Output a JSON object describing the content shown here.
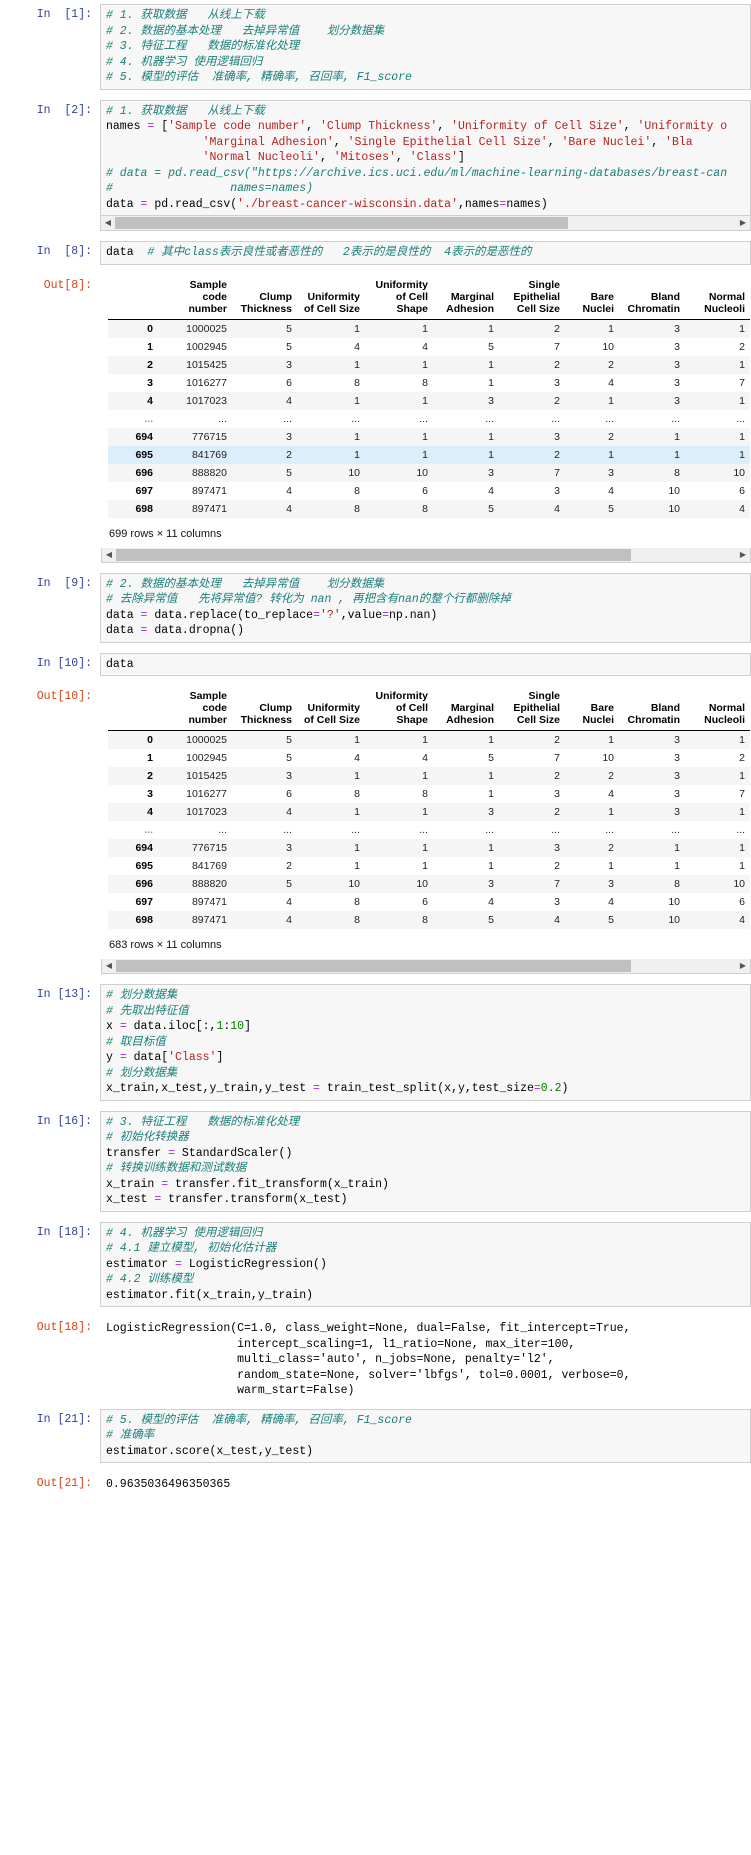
{
  "notebook": {
    "cells": [
      {
        "prompt_in": "In  [1]:",
        "code_lines": [
          "# 1. 获取数据   从线上下载",
          "# 2. 数据的基本处理   去掉异常值    划分数据集",
          "# 3. 特征工程   数据的标准化处理",
          "# 4. 机器学习 使用逻辑回归",
          "# 5. 模型的评估  准确率, 精确率, 召回率, F1_score"
        ]
      },
      {
        "prompt_in": "In  [2]:",
        "code_lines": [
          "# 1. 获取数据   从线上下载",
          "names = ['Sample code number', 'Clump Thickness', 'Uniformity of Cell Size', 'Uniformity o",
          "              'Marginal Adhesion', 'Single Epithelial Cell Size', 'Bare Nuclei', 'Bla",
          "              'Normal Nucleoli', 'Mitoses', 'Class']",
          "# data = pd.read_csv(\"https://archive.ics.uci.edu/ml/machine-learning-databases/breast-can",
          "#                 names=names)",
          "data = pd.read_csv('./breast-cancer-wisconsin.data',names=names)"
        ]
      },
      {
        "prompt_in": "In  [8]:",
        "code_lines": [
          "data  # 其中class表示良性或者恶性的   2表示的是良性的  4表示的是恶性的"
        ],
        "prompt_out": "Out[8]:",
        "shape_text": "699 rows × 11 columns",
        "highlight_row_index": 7
      },
      {
        "prompt_in": "In  [9]:",
        "code_lines": [
          "# 2. 数据的基本处理   去掉异常值    划分数据集",
          "# 去除异常值   先将异常值? 转化为 nan , 再把含有nan的整个行都删除掉",
          "data = data.replace(to_replace='?',value=np.nan)",
          "data = data.dropna()"
        ]
      },
      {
        "prompt_in": "In [10]:",
        "code_lines": [
          "data"
        ],
        "prompt_out": "Out[10]:",
        "shape_text": "683 rows × 11 columns",
        "highlight_row_index": -1
      },
      {
        "prompt_in": "In [13]:",
        "code_lines": [
          "# 划分数据集",
          "# 先取出特征值",
          "x = data.iloc[:,1:10]",
          "# 取目标值",
          "y = data['Class']",
          "# 划分数据集",
          "x_train,x_test,y_train,y_test = train_test_split(x,y,test_size=0.2)"
        ]
      },
      {
        "prompt_in": "In [16]:",
        "code_lines": [
          "# 3. 特征工程   数据的标准化处理",
          "# 初始化转换器",
          "transfer = StandardScaler()",
          "# 转换训练数据和测试数据",
          "x_train = transfer.fit_transform(x_train)",
          "x_test = transfer.transform(x_test)"
        ]
      },
      {
        "prompt_in": "In [18]:",
        "code_lines": [
          "# 4. 机器学习 使用逻辑回归",
          "# 4.1 建立模型, 初始化估计器",
          "estimator = LogisticRegression()",
          "# 4.2 训练模型",
          "estimator.fit(x_train,y_train)"
        ],
        "prompt_out": "Out[18]:",
        "out_lines": [
          "LogisticRegression(C=1.0, class_weight=None, dual=False, fit_intercept=True,",
          "                   intercept_scaling=1, l1_ratio=None, max_iter=100,",
          "                   multi_class='auto', n_jobs=None, penalty='l2',",
          "                   random_state=None, solver='lbfgs', tol=0.0001, verbose=0,",
          "                   warm_start=False)"
        ]
      },
      {
        "prompt_in": "In [21]:",
        "code_lines": [
          "# 5. 模型的评估  准确率, 精确率, 召回率, F1_score",
          "# 准确率",
          "estimator.score(x_test,y_test)"
        ],
        "prompt_out": "Out[21]:",
        "out_lines": [
          "0.9635036496350365"
        ]
      }
    ]
  },
  "dataframe": {
    "columns": [
      "Sample code number",
      "Clump Thickness",
      "Uniformity of Cell Size",
      "Uniformity of Cell Shape",
      "Marginal Adhesion",
      "Single Epithelial Cell Size",
      "Bare Nuclei",
      "Bland Chromatin",
      "Normal Nucleoli"
    ],
    "index": [
      "0",
      "1",
      "2",
      "3",
      "4",
      "...",
      "694",
      "695",
      "696",
      "697",
      "698"
    ],
    "rows": [
      [
        "1000025",
        "5",
        "1",
        "1",
        "1",
        "2",
        "1",
        "3",
        "1"
      ],
      [
        "1002945",
        "5",
        "4",
        "4",
        "5",
        "7",
        "10",
        "3",
        "2"
      ],
      [
        "1015425",
        "3",
        "1",
        "1",
        "1",
        "2",
        "2",
        "3",
        "1"
      ],
      [
        "1016277",
        "6",
        "8",
        "8",
        "1",
        "3",
        "4",
        "3",
        "7"
      ],
      [
        "1017023",
        "4",
        "1",
        "1",
        "3",
        "2",
        "1",
        "3",
        "1"
      ],
      [
        "...",
        "...",
        "...",
        "...",
        "...",
        "...",
        "...",
        "...",
        "..."
      ],
      [
        "776715",
        "3",
        "1",
        "1",
        "1",
        "3",
        "2",
        "1",
        "1"
      ],
      [
        "841769",
        "2",
        "1",
        "1",
        "1",
        "2",
        "1",
        "1",
        "1"
      ],
      [
        "888820",
        "5",
        "10",
        "10",
        "3",
        "7",
        "3",
        "8",
        "10"
      ],
      [
        "897471",
        "4",
        "8",
        "6",
        "4",
        "3",
        "4",
        "10",
        "6"
      ],
      [
        "897471",
        "4",
        "8",
        "8",
        "5",
        "4",
        "5",
        "10",
        "4"
      ]
    ]
  },
  "scrollbar": {
    "left_arrow": "◀",
    "right_arrow": "▶"
  },
  "colors": {
    "in_prompt": "#303F9F",
    "out_prompt": "#D84315",
    "comment": "#1a7f7a",
    "string": "#ba2121",
    "operator": "#aa22ff",
    "number": "#008000",
    "row_highlight": "#dbeefc",
    "cell_bg": "#f7f7f7"
  }
}
